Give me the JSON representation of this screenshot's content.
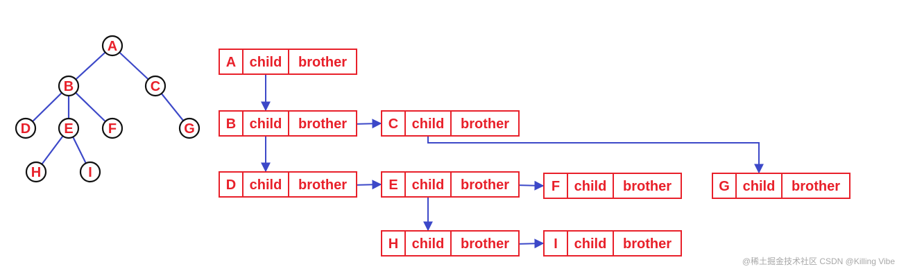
{
  "colors": {
    "node": "#e8202a",
    "edge": "#3c48c8",
    "background": "#ffffff"
  },
  "tree": {
    "nodes": [
      {
        "id": "A",
        "label": "A"
      },
      {
        "id": "B",
        "label": "B"
      },
      {
        "id": "C",
        "label": "C"
      },
      {
        "id": "D",
        "label": "D"
      },
      {
        "id": "E",
        "label": "E"
      },
      {
        "id": "F",
        "label": "F"
      },
      {
        "id": "G",
        "label": "G"
      },
      {
        "id": "H",
        "label": "H"
      },
      {
        "id": "I",
        "label": "I"
      }
    ],
    "edges": [
      [
        "A",
        "B"
      ],
      [
        "A",
        "C"
      ],
      [
        "B",
        "D"
      ],
      [
        "B",
        "E"
      ],
      [
        "B",
        "F"
      ],
      [
        "C",
        "G"
      ],
      [
        "E",
        "H"
      ],
      [
        "E",
        "I"
      ]
    ]
  },
  "records": [
    {
      "id": "A",
      "label": "A",
      "child": "child",
      "brother": "brother"
    },
    {
      "id": "B",
      "label": "B",
      "child": "child",
      "brother": "brother"
    },
    {
      "id": "C",
      "label": "C",
      "child": "child",
      "brother": "brother"
    },
    {
      "id": "D",
      "label": "D",
      "child": "child",
      "brother": "brother"
    },
    {
      "id": "E",
      "label": "E",
      "child": "child",
      "brother": "brother"
    },
    {
      "id": "F",
      "label": "F",
      "child": "child",
      "brother": "brother"
    },
    {
      "id": "G",
      "label": "G",
      "child": "child",
      "brother": "brother"
    },
    {
      "id": "H",
      "label": "H",
      "child": "child",
      "brother": "brother"
    },
    {
      "id": "I",
      "label": "I",
      "child": "child",
      "brother": "brother"
    }
  ],
  "links": [
    {
      "from": "A",
      "to": "B",
      "kind": "child"
    },
    {
      "from": "B",
      "to": "D",
      "kind": "child"
    },
    {
      "from": "B",
      "to": "C",
      "kind": "brother"
    },
    {
      "from": "C",
      "to": "G",
      "kind": "child"
    },
    {
      "from": "D",
      "to": "E",
      "kind": "brother"
    },
    {
      "from": "E",
      "to": "F",
      "kind": "brother"
    },
    {
      "from": "E",
      "to": "H",
      "kind": "child"
    },
    {
      "from": "H",
      "to": "I",
      "kind": "brother"
    }
  ],
  "watermark": "@稀土掘金技术社区 CSDN @Killing Vibe"
}
